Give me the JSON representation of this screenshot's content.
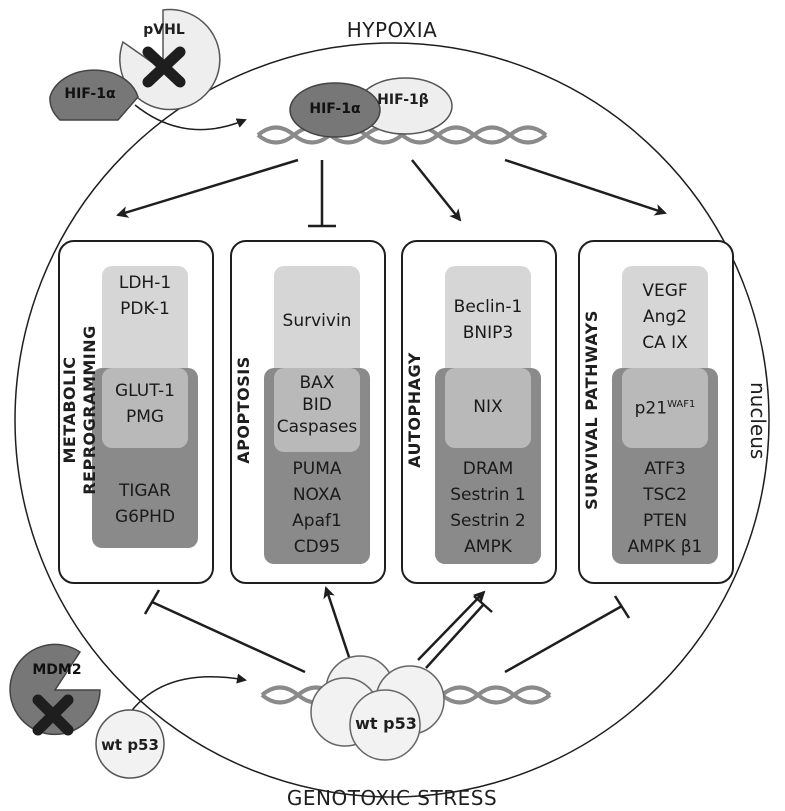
{
  "titles": {
    "top": "HYPOXIA",
    "bottom": "GENOTOXIC STRESS",
    "nucleus": "nucleus"
  },
  "proteins": {
    "pvhl": "pVHL",
    "hif1a_free": "HIF-1α",
    "hif1a_bound": "HIF-1α",
    "hif1b": "HIF-1β",
    "mdm2": "MDM2",
    "p53_free": "wt p53",
    "p53_bound": "wt p53"
  },
  "panels": [
    {
      "label_lines": [
        "METABOLIC",
        "REPROGRAMMING"
      ],
      "top_genes": [
        "LDH-1",
        "PDK-1"
      ],
      "middle_genes": [
        "GLUT-1",
        "PMG"
      ],
      "bottom_genes": [
        "TIGAR",
        "G6PHD"
      ]
    },
    {
      "label_lines": [
        "APOPTOSIS"
      ],
      "top_genes": [
        "Survivin"
      ],
      "middle_genes": [
        "BAX",
        "BID",
        "Caspases"
      ],
      "bottom_genes": [
        "PUMA",
        "NOXA",
        "Apaf1",
        "CD95"
      ]
    },
    {
      "label_lines": [
        "AUTOPHAGY"
      ],
      "top_genes": [
        "Beclin-1",
        "BNIP3"
      ],
      "middle_genes": [
        "NIX"
      ],
      "bottom_genes": [
        "DRAM",
        "Sestrin 1",
        "Sestrin 2",
        "AMPK"
      ]
    },
    {
      "label_lines": [
        "SURVIVAL PATHWAYS"
      ],
      "top_genes": [
        "VEGF",
        "Ang2",
        "CA IX"
      ],
      "middle_genes": [
        "p21",
        "WAF1"
      ],
      "bottom_genes": [
        "ATF3",
        "TSC2",
        "PTEN",
        "AMPK β1"
      ]
    }
  ],
  "colors": {
    "light": "#d6d6d6",
    "overlap": "#b9b9b9",
    "dark": "#8a8a8a",
    "protein_dark": "#777777",
    "protein_light": "#eeeeee"
  }
}
